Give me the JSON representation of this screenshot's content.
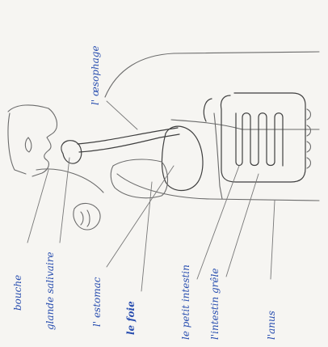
{
  "labels": {
    "oesophagus": "l' œsophage",
    "mouth": "bouche",
    "salivary_gland": "glande salivaire",
    "stomach": "l' estomac",
    "liver": "le foie",
    "small_intestine": "le petit intestin",
    "large_intestine": "l'intestin grêle",
    "anus": "l'anus"
  },
  "colors": {
    "ink": "#2a4fb0",
    "pencil": "#6b6b6b",
    "paper": "#f6f5f2"
  }
}
